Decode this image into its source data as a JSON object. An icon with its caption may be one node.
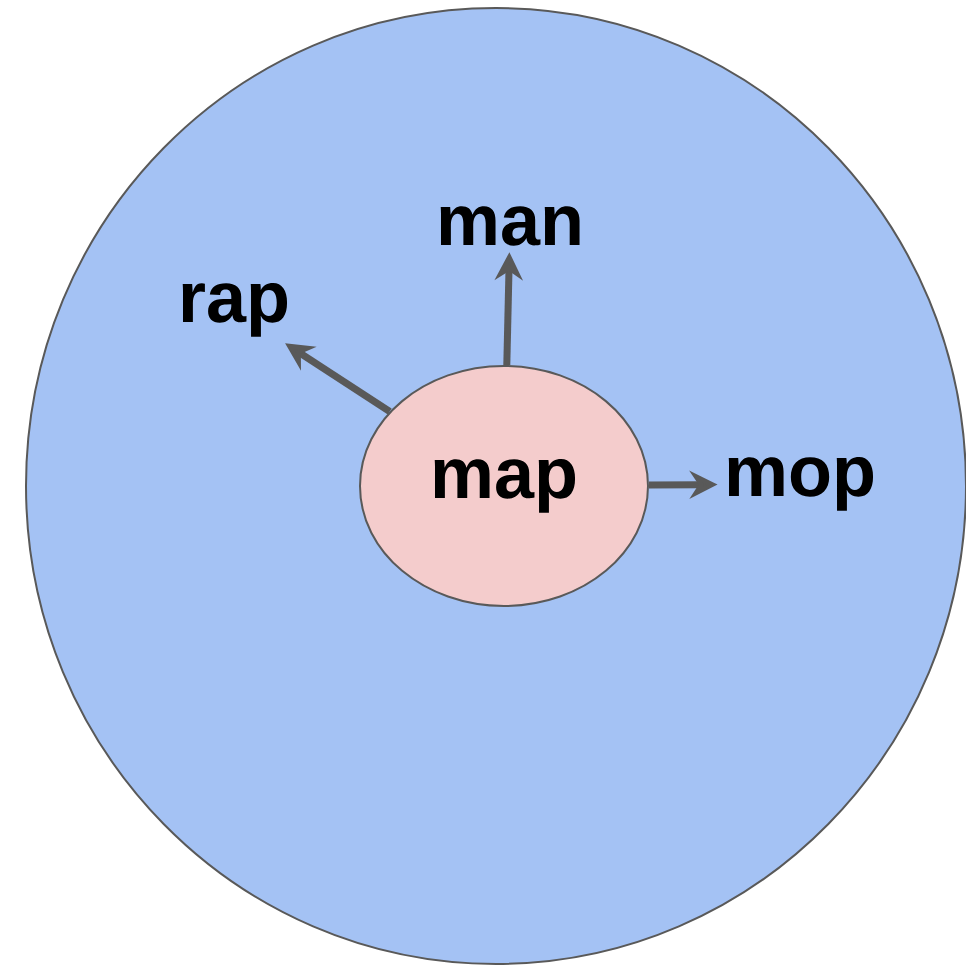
{
  "diagram": {
    "nodes": [
      {
        "text": [],
        "shape": "circle"
      },
      {
        "text": [
          "map"
        ],
        "in": 0
      },
      {
        "text": [
          "man"
        ],
        "in": 0
      },
      {
        "text": [
          "rap"
        ],
        "in": 0
      },
      {
        "text": [
          "mop"
        ],
        "in": 0
      }
    ],
    "edges": [
      {
        "from": 1,
        "to": 2,
        "arrow": "to"
      },
      {
        "from": 1,
        "to": 3,
        "arrow": "to"
      },
      {
        "from": 1,
        "to": 4,
        "arrow": "to"
      }
    ]
  }
}
